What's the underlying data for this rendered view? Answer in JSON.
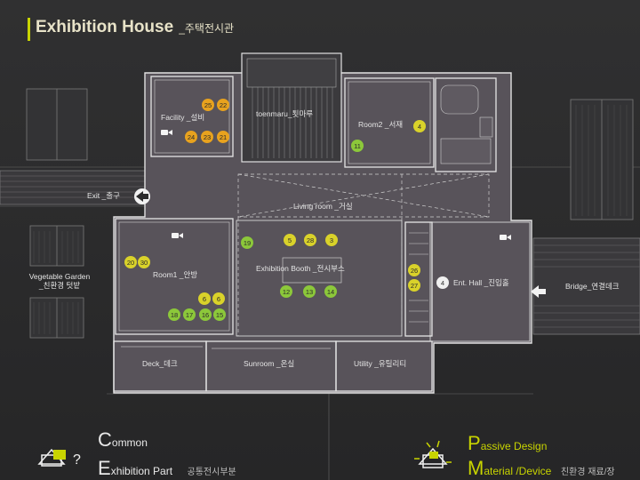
{
  "header": {
    "title": "Exhibition House",
    "title_ko": "_주택전시관"
  },
  "rooms": {
    "facility": "Facility _설비",
    "toenmaru": "toenmaru_툇마루",
    "room2": "Room2 _서재",
    "exit": "Exit _출구",
    "living": "Living room _거실",
    "room1": "Room1 _안방",
    "booth": "Exhibition Booth _전시부스",
    "hall": "Ent. Hall _진입홀",
    "veg_line1": "Vegetable Garden",
    "veg_line2": "_친환경 텃밭",
    "bridge": "Bridge_연결데크",
    "deck": "Deck_데크",
    "sunroom": "Sunroom _온실",
    "utility": "Utility _유틸리티"
  },
  "markers": [
    {
      "n": "25",
      "kind": "orange"
    },
    {
      "n": "22",
      "kind": "orange"
    },
    {
      "n": "24",
      "kind": "orange"
    },
    {
      "n": "23",
      "kind": "orange"
    },
    {
      "n": "21",
      "kind": "orange"
    },
    {
      "n": "4",
      "kind": "yellow"
    },
    {
      "n": "11",
      "kind": "green"
    },
    {
      "n": "5",
      "kind": "yellow"
    },
    {
      "n": "28",
      "kind": "yellow"
    },
    {
      "n": "3",
      "kind": "yellow"
    },
    {
      "n": "19",
      "kind": "green"
    },
    {
      "n": "12",
      "kind": "green"
    },
    {
      "n": "13",
      "kind": "green"
    },
    {
      "n": "14",
      "kind": "green"
    },
    {
      "n": "20",
      "kind": "yellow"
    },
    {
      "n": "30",
      "kind": "yellow"
    },
    {
      "n": "6",
      "kind": "yellow"
    },
    {
      "n": "6",
      "kind": "yellow"
    },
    {
      "n": "18",
      "kind": "green"
    },
    {
      "n": "17",
      "kind": "green"
    },
    {
      "n": "16",
      "kind": "green"
    },
    {
      "n": "15",
      "kind": "green"
    },
    {
      "n": "26",
      "kind": "yellow"
    },
    {
      "n": "27",
      "kind": "yellow"
    },
    {
      "n": "4",
      "kind": "white"
    }
  ],
  "marker_colors": {
    "orange": "#e8a21e",
    "yellow": "#d9d22a",
    "green": "#8cc83a",
    "white": "#f0f0f0"
  },
  "legend": {
    "common_big1": "C",
    "common_rest1": "ommon",
    "common_big2": "E",
    "common_rest2": "xhibition Part",
    "common_ko": "공통전시부분",
    "passive_big": "P",
    "passive_rest": "assive Design",
    "material_big": "M",
    "material_rest": "aterial /Device",
    "material_ko": "친환경 재료/장"
  },
  "colors": {
    "title": "#e8e3c8",
    "legend_accent": "#c8d400",
    "line": "#d8d8d8",
    "floor": "#58535a"
  }
}
